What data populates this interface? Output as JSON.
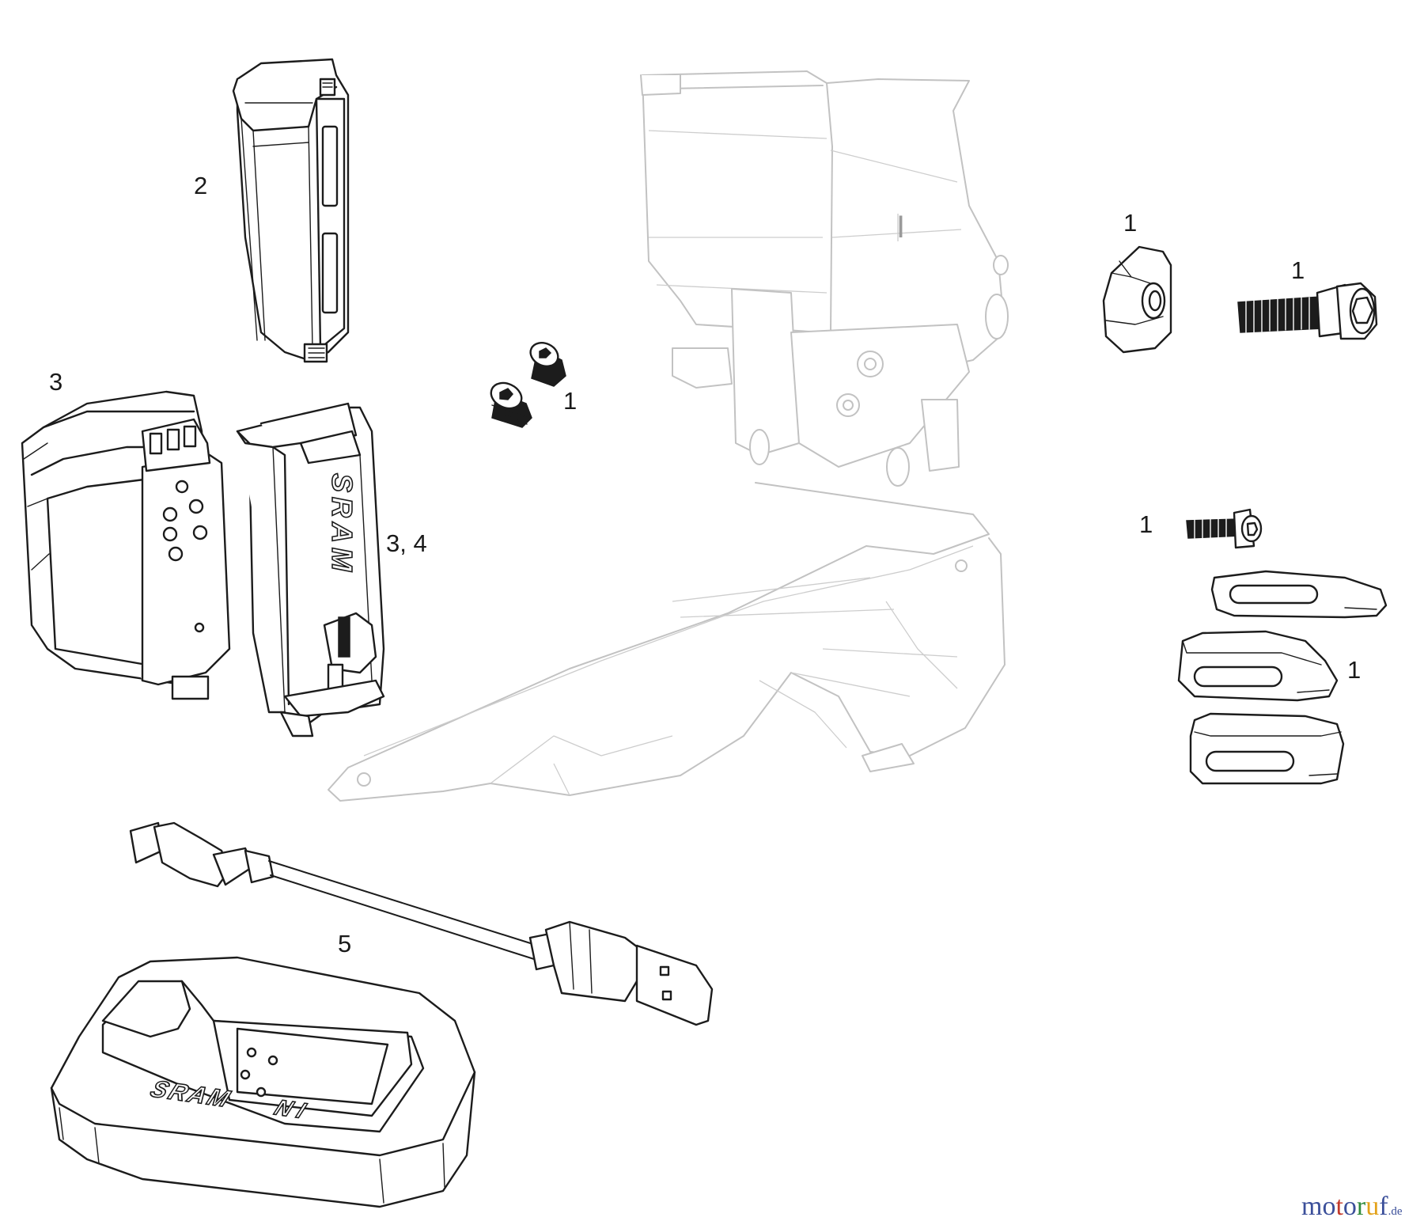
{
  "callouts": {
    "battery_cover": "2",
    "battery": "3",
    "battery_clip": "3,  4",
    "grub_screws": "1",
    "washer": "1",
    "bolt": "1",
    "small_bolt": "1",
    "shims": "1",
    "charger": "5",
    "derailleur_mark": "I"
  },
  "printed_marks": {
    "clip_logo": "SRAM",
    "charger_brand": "SRAM",
    "charger_model": "NI"
  },
  "watermark": {
    "letters": [
      "m",
      "o",
      "t",
      "o",
      "r",
      "u",
      "f"
    ],
    "letter_colors": [
      "#3b4f9a",
      "#3b4f9a",
      "#c23a2b",
      "#3b4f9a",
      "#2f8a3c",
      "#e3a21a",
      "#3b4f9a"
    ],
    "suffix": ".de"
  }
}
